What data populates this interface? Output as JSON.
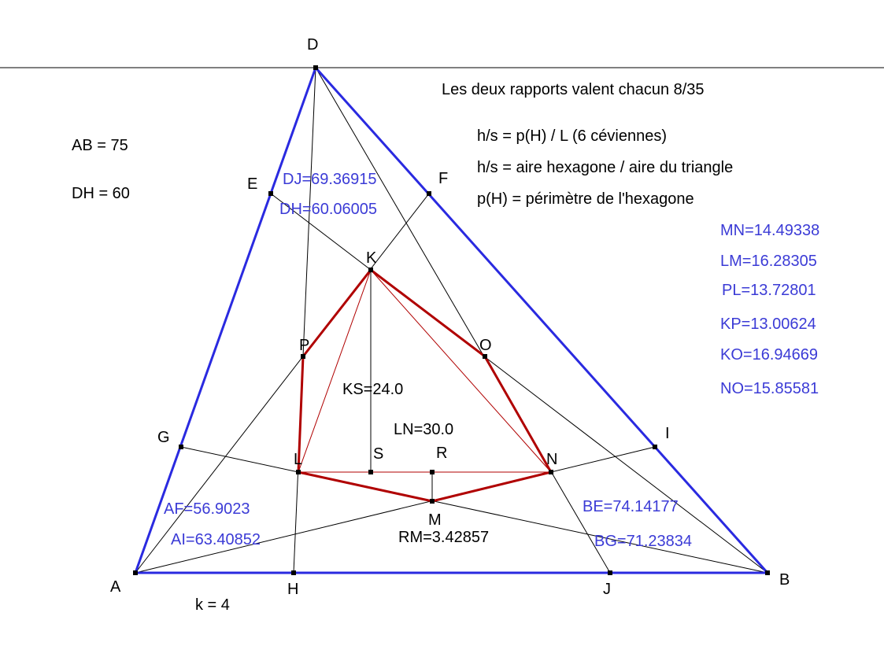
{
  "colors": {
    "triangle": "#2a2ae0",
    "hexagon": "#b00000",
    "thin_lines": "#000000",
    "measurement_text": "#3b3bd6",
    "label_text": "#000000"
  },
  "points": {
    "A": "A",
    "B": "B",
    "D": "D",
    "E": "E",
    "F": "F",
    "G": "G",
    "H": "H",
    "I": "I",
    "J": "J",
    "K": "K",
    "L": "L",
    "M": "M",
    "N": "N",
    "O": "O",
    "P": "P",
    "R": "R",
    "S": "S"
  },
  "given": {
    "ab": "AB = 75",
    "dh": "DH = 60",
    "k": "k = 4"
  },
  "notes": {
    "ratio": "Les deux rapports valent chacun 8/35",
    "line1": "h/s  = p(H) / L (6 céviennes)",
    "line2": "h/s = aire hexagone / aire du triangle",
    "line3": "p(H) = périmètre de l'hexagone"
  },
  "measures": {
    "dj": "DJ=69.36915",
    "dh": "DH=60.06005",
    "mn": "MN=14.49338",
    "lm": "LM=16.28305",
    "pl": "PL=13.72801",
    "kp": "KP=13.00624",
    "ko": "KO=16.94669",
    "no": "NO=15.85581",
    "af": "AF=56.9023",
    "ai": "AI=63.40852",
    "be": "BE=74.14177",
    "bg": "BG=71.23834"
  },
  "inner": {
    "ks": "KS=24.0",
    "ln": "LN=30.0",
    "rm": "RM=3.42857"
  }
}
